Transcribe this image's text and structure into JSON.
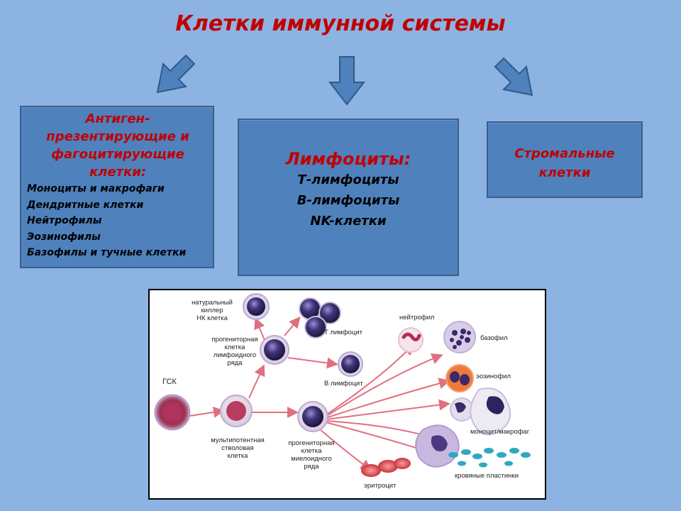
{
  "title": "Клетки иммунной системы",
  "boxes": {
    "apc": {
      "heading": [
        "Антиген-",
        "презентирующие и",
        "фагоцитирующие",
        "клетки:"
      ],
      "items": [
        "Моноциты и макрофаги",
        "Дендритные клетки",
        "Нейтрофилы",
        "Эозинофилы",
        "Базофилы и тучные клетки"
      ]
    },
    "lymph": {
      "heading": "Лимфоциты:",
      "items": [
        "Т-лимфоциты",
        "В-лимфоциты",
        "NK-клетки"
      ]
    },
    "stroma": {
      "heading": [
        "Стромальные",
        "клетки"
      ]
    }
  },
  "figure": {
    "labels": {
      "nk": [
        "натуральный",
        "киллер",
        "НК клетка"
      ],
      "lymph_prog": [
        "прогениторная",
        "клетка",
        "лимфоидного",
        "ряда"
      ],
      "t": "Т лимфоцит",
      "b": "В лимфоцит",
      "hsc": "ГСК",
      "multi": [
        "мультипотентная",
        "стволовая",
        "клетка"
      ],
      "myelo_prog": [
        "прогениторная",
        "клетка",
        "миелоидного",
        "ряда"
      ],
      "neutrophil": "нейтрофил",
      "basophil": "базофил",
      "eosinophil": "эозинофил",
      "monocyte": "моноцит/макрофаг",
      "platelets": "кровяные пластинки",
      "erythrocyte": "эритроцит"
    }
  },
  "colors": {
    "background": "#8db3e2",
    "box_fill": "#4f81bd",
    "heading_red": "#c00000",
    "arrow_fill": "#4f81bd"
  }
}
